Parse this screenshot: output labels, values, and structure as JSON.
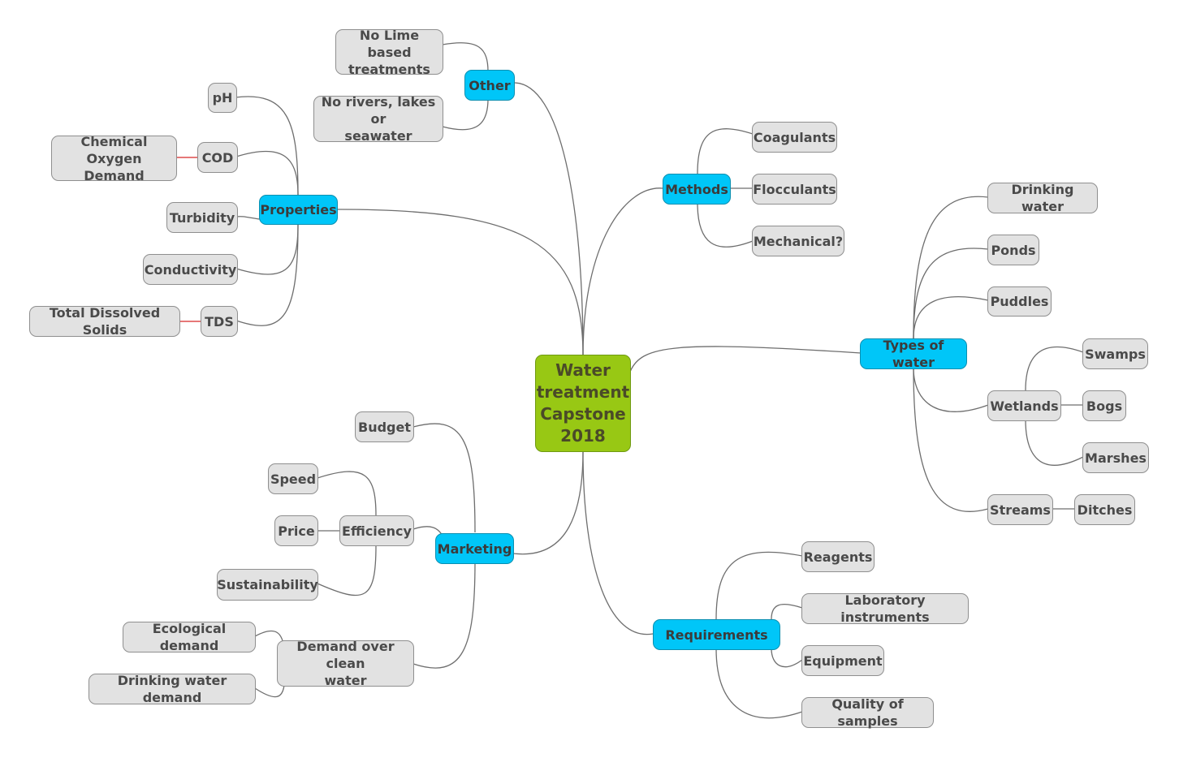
{
  "root": "Water\ntreatment\nCapstone\n2018",
  "branches": {
    "other": "Other",
    "properties": "Properties",
    "methods": "Methods",
    "types_of_water": "Types of water",
    "marketing": "Marketing",
    "requirements": "Requirements"
  },
  "other_items": {
    "no_lime": "No Lime based\ntreatments",
    "no_rivers": "No rivers, lakes or\nseawater"
  },
  "properties_items": {
    "ph": "pH",
    "cod": "COD",
    "cod_full": "Chemical Oxygen\nDemand",
    "turbidity": "Turbidity",
    "conductivity": "Conductivity",
    "tds": "TDS",
    "tds_full": "Total Dissolved Solids"
  },
  "methods_items": {
    "coagulants": "Coagulants",
    "flocculants": "Flocculants",
    "mechanical": "Mechanical?"
  },
  "types_items": {
    "drinking_water": "Drinking water",
    "ponds": "Ponds",
    "puddles": "Puddles",
    "wetlands": "Wetlands",
    "swamps": "Swamps",
    "bogs": "Bogs",
    "marshes": "Marshes",
    "streams": "Streams",
    "ditches": "Ditches"
  },
  "marketing_items": {
    "budget": "Budget",
    "efficiency": "Efficiency",
    "speed": "Speed",
    "price": "Price",
    "sustainability": "Sustainability",
    "demand": "Demand over clean\nwater",
    "ecological": "Ecological demand",
    "drinking_demand": "Drinking water demand"
  },
  "requirements_items": {
    "reagents": "Reagents",
    "lab_instruments": "Laboratory instruments",
    "equipment": "Equipment",
    "quality": "Quality of samples"
  },
  "colors": {
    "root": "#98c814",
    "branch": "#00c6f8",
    "leaf": "#e2e2e2",
    "edge": "#6e6e6e",
    "annotation_link": "#d62828"
  }
}
